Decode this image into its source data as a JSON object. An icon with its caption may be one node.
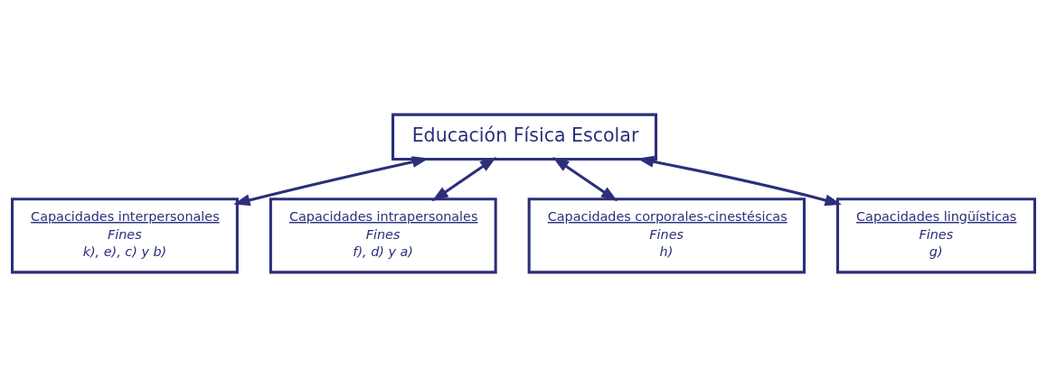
{
  "diagram": {
    "nodes": [
      {
        "text": [
          "Educación Física Escolar"
        ]
      },
      {
        "text": [
          "Capacidades interpersonales",
          "Fines",
          "k), e), c) y b)"
        ]
      },
      {
        "text": [
          "Capacidades intrapersonales",
          "Fines",
          "f), d) y a)"
        ]
      },
      {
        "text": [
          "Capacidades corporales-cinestésicas",
          "Fines",
          "h)"
        ]
      },
      {
        "text": [
          "Capacidades lingüísticas",
          "Fines",
          "g)"
        ]
      }
    ],
    "edges": [
      {
        "from": 0,
        "to": 1,
        "arrow": "both"
      },
      {
        "from": 0,
        "to": 2,
        "arrow": "both"
      },
      {
        "from": 0,
        "to": 3,
        "arrow": "both"
      },
      {
        "from": 0,
        "to": 4,
        "arrow": "both"
      }
    ]
  }
}
